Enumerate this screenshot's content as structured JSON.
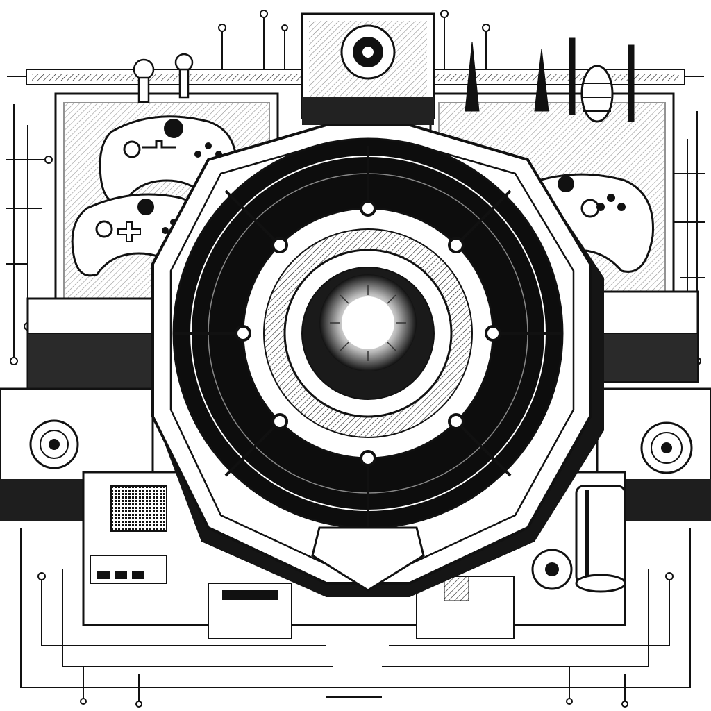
{
  "artwork": {
    "style": "black-and-white ink illustration",
    "colors": {
      "ink": "#111111",
      "paper": "#ffffff",
      "mid": "#5a5a5a",
      "light": "#d8d8d8",
      "glow": "#ffffff"
    },
    "elements": [
      "central-octagonal-reactor",
      "glowing-core",
      "game-controller-top-left",
      "game-controller-middle-left",
      "game-controller-right",
      "top-machine-block",
      "left-console-block",
      "right-console-block",
      "bottom-circuit-panel",
      "circuit-traces",
      "spires-top-right",
      "capacitor-cylinders",
      "chip-grid",
      "speaker-discs"
    ]
  }
}
